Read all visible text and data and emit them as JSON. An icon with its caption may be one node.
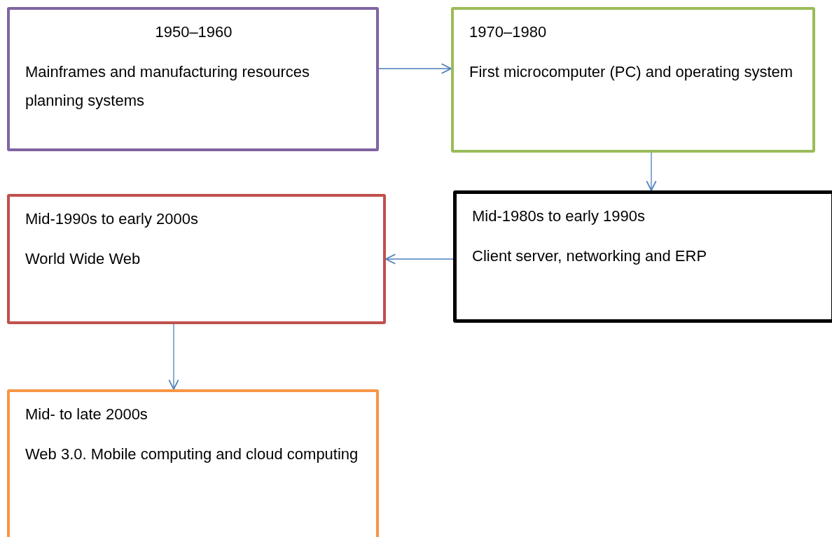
{
  "diagram": {
    "nodes": [
      {
        "text": [
          "1950–1960",
          "Mainframes and manufacturing resources planning systems"
        ]
      },
      {
        "text": [
          "1970–1980",
          "First microcomputer (PC) and operating system"
        ]
      },
      {
        "text": [
          "Mid-1990s to early 2000s",
          "World Wide Web"
        ]
      },
      {
        "text": [
          "Mid-1980s to early 1990s",
          "Client server, networking and ERP"
        ]
      },
      {
        "text": [
          "Mid- to late 2000s",
          "Web 3.0. Mobile computing and cloud computing"
        ]
      }
    ],
    "edges": [
      {
        "from": 0,
        "to": 1,
        "arrow": "to"
      },
      {
        "from": 1,
        "to": 3,
        "arrow": "to"
      },
      {
        "from": 3,
        "to": 2,
        "arrow": "to"
      },
      {
        "from": 2,
        "to": 4,
        "arrow": "to"
      }
    ]
  }
}
